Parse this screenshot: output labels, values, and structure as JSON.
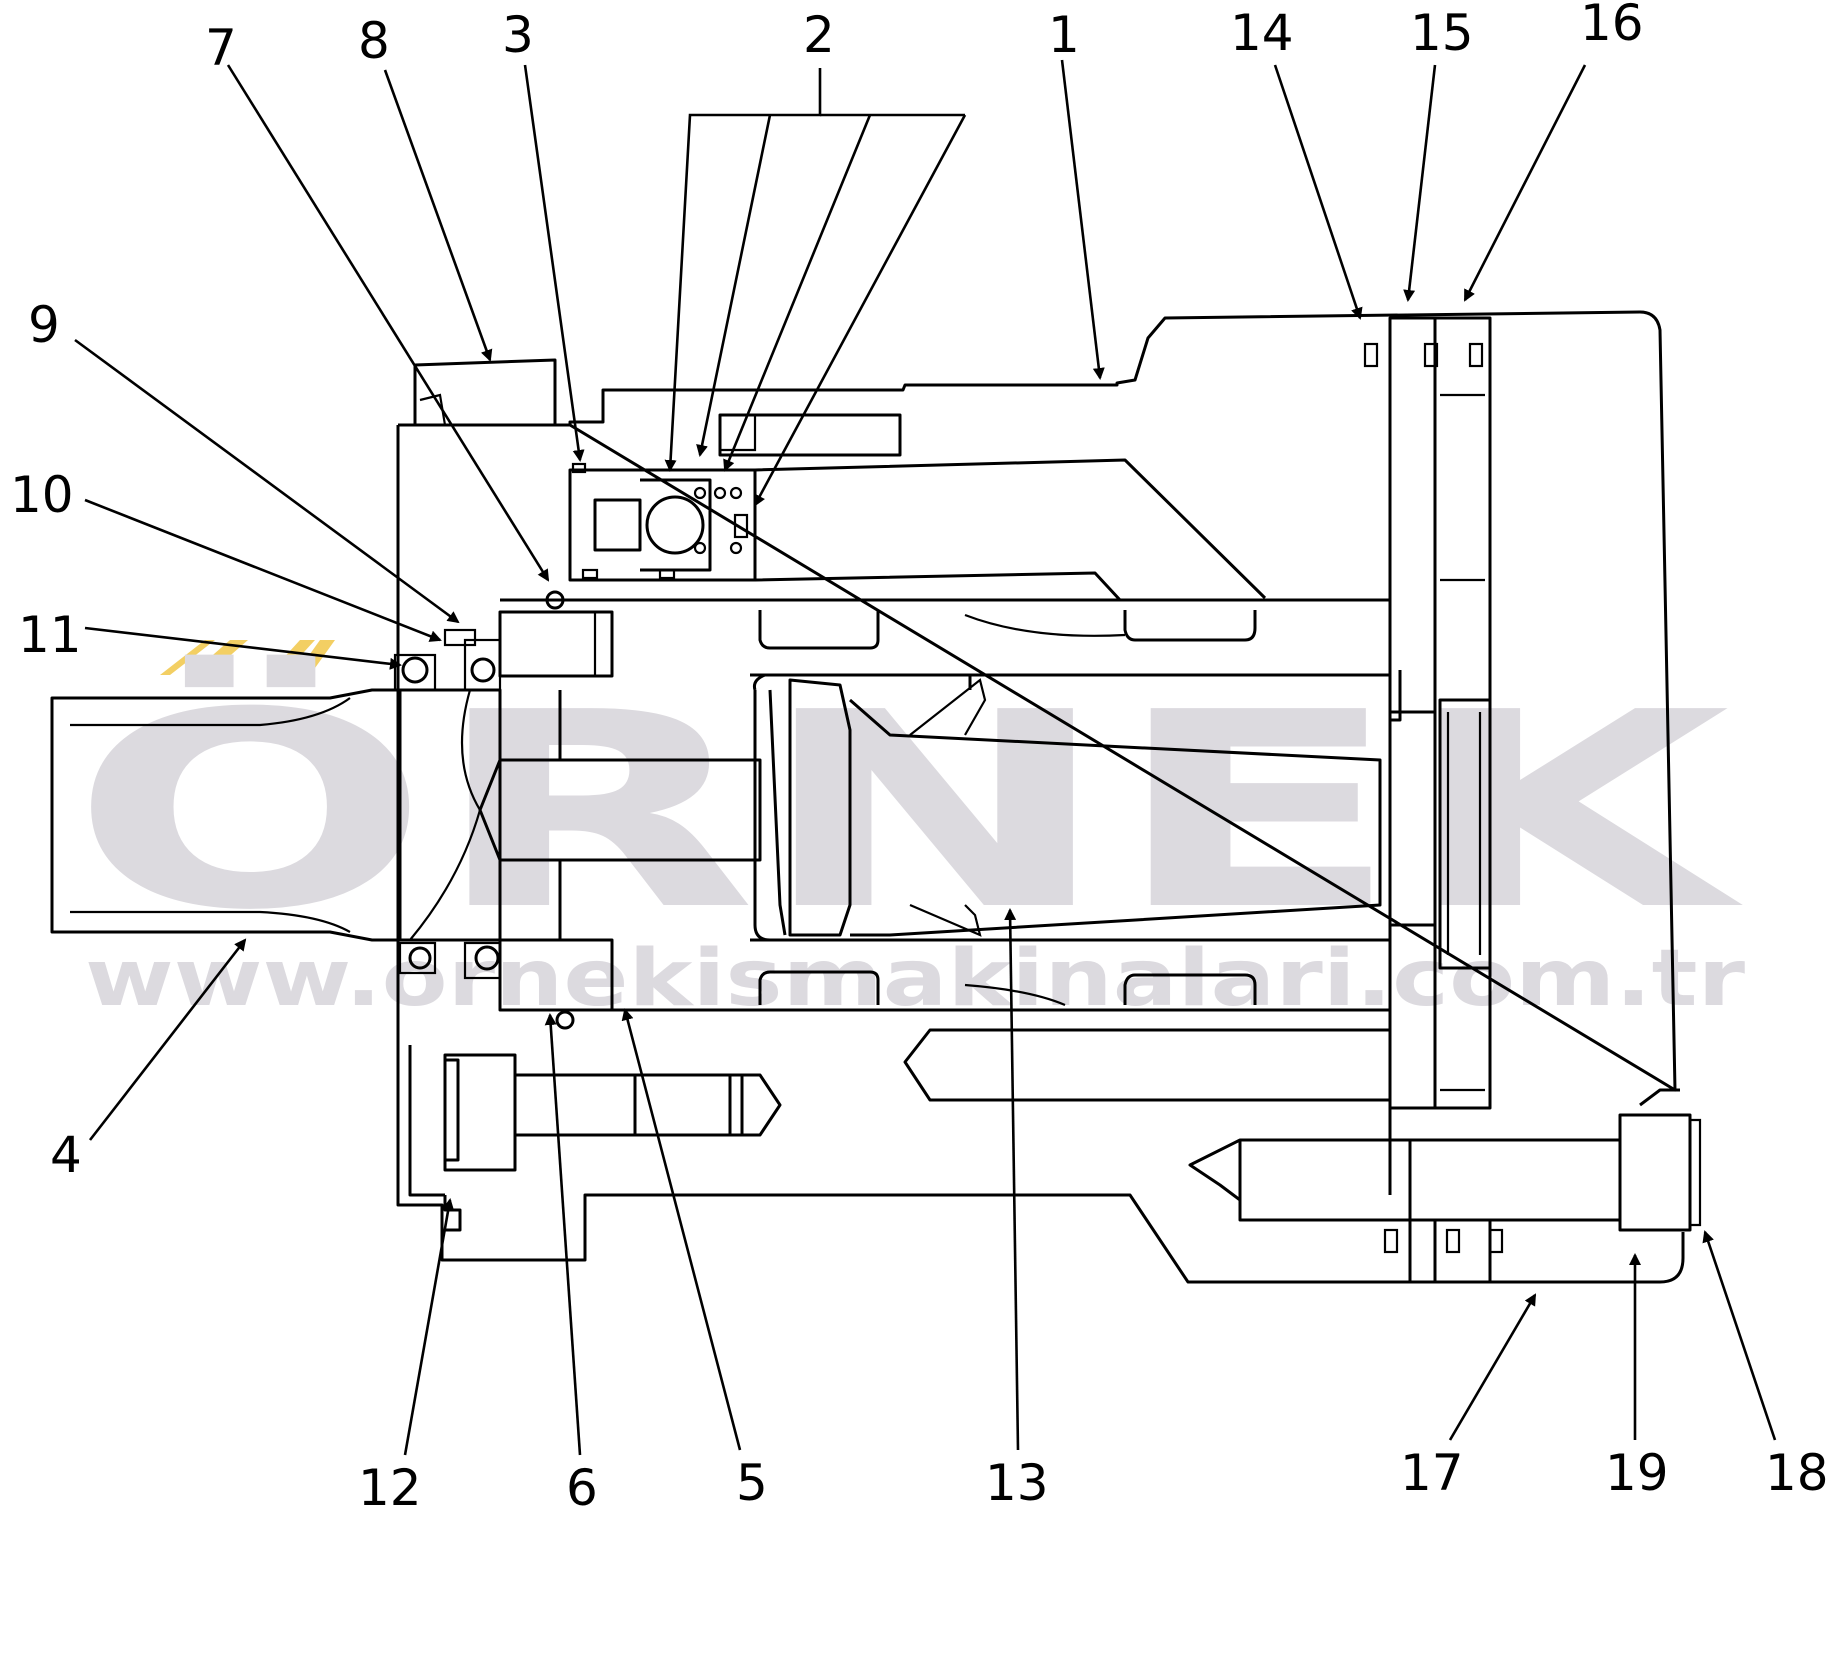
{
  "diagram": {
    "watermark": {
      "brand": "ÖRNEK",
      "url": "www.ornekismakinalari.com.tr",
      "accent_color": "#f3cf63",
      "watermark_color": "#dcdadf"
    },
    "callouts": [
      "1",
      "2",
      "3",
      "4",
      "5",
      "6",
      "7",
      "8",
      "9",
      "10",
      "11",
      "12",
      "13",
      "14",
      "15",
      "16",
      "17",
      "18",
      "19"
    ]
  }
}
